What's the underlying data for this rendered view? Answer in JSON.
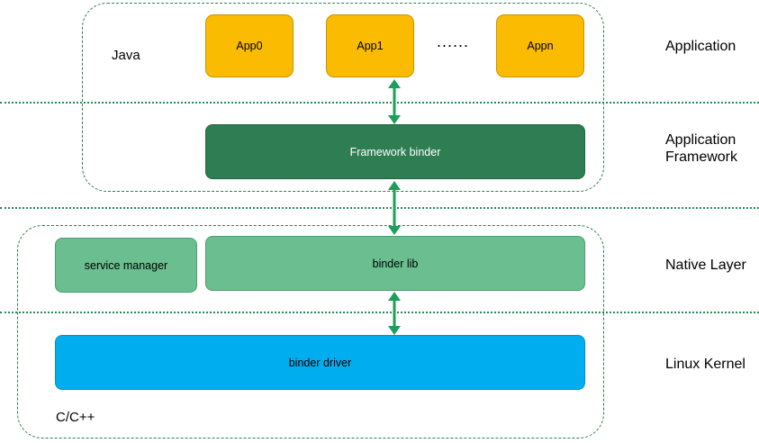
{
  "regions": {
    "java_label": "Java",
    "cpp_label": "C/C++"
  },
  "layers": {
    "application": "Application",
    "application_framework": "Application\nFramework",
    "native_layer": "Native Layer",
    "linux_kernel": "Linux Kernel"
  },
  "apps": [
    "App0",
    "App1",
    "Appn"
  ],
  "ellipsis": "......",
  "framework_binder": "Framework binder",
  "service_manager": "service manager",
  "binder_lib": "binder lib",
  "binder_driver": "binder driver",
  "colors": {
    "app": "#fbbb00",
    "framework": "#2f7d53",
    "native": "#6abe8f",
    "driver": "#00aeef",
    "arrow": "#1f9d5a",
    "border": "#2e7d4f"
  }
}
